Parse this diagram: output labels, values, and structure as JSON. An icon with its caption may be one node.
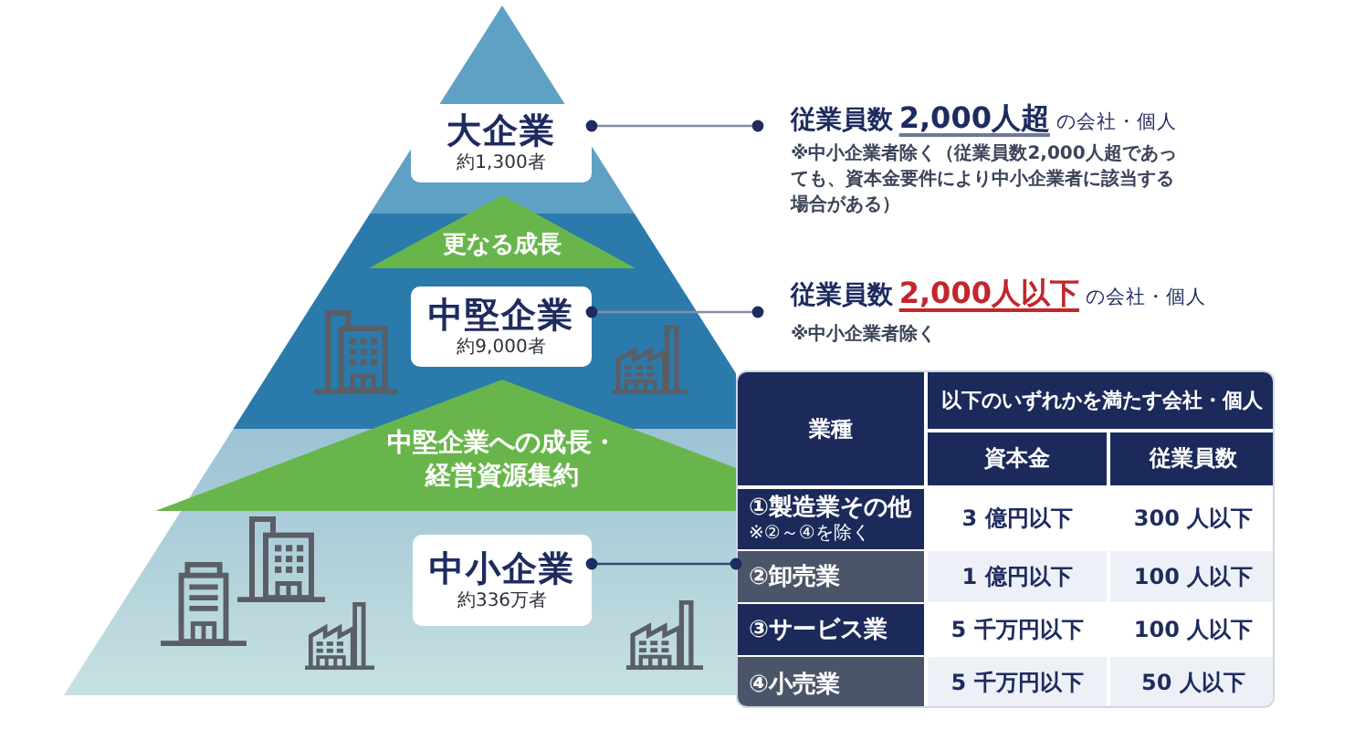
{
  "diagram": {
    "nodes": [
      {
        "text": [
          "大企業",
          "約1,300者"
        ]
      },
      {
        "text": [
          "**従業員数** **2,000人超** の会社・個人",
          "※中小企業者除く（従業員数2,000人超であっても、資本金要件により中小企業者に該当する場合がある）"
        ]
      },
      {
        "text": [
          "更なる成長"
        ]
      },
      {
        "text": [
          "中堅企業",
          "約9,000者"
        ]
      },
      {
        "text": [
          "**従業員数** **2,000人以下** の会社・個人",
          "※中小企業者除く"
        ]
      },
      {
        "text": [
          "中堅企業への成長・経営資源集約"
        ]
      },
      {
        "text": [
          "中小企業",
          "約336万者"
        ]
      },
      {
        "text": [],
        "shape": "box"
      }
    ],
    "edges": [
      {
        "from": 0,
        "to": 1,
        "arrow": "other"
      },
      {
        "from": 3,
        "to": 4,
        "arrow": "other"
      },
      {
        "from": 6,
        "to": 7,
        "arrow": "other",
        "color": "#34497a"
      }
    ],
    "labels": [
      "業種",
      "以下のいずれかを満たす会社・個人",
      "資本金",
      "従業員数",
      "①製造業その他",
      "※②～④を除く",
      "3 億円以下",
      "300 人以下",
      "②卸売業",
      "1 億円以下",
      "100 人以下",
      "③サービス業",
      "5 千万円以下",
      "100 人以下",
      "④小売業",
      "5 千万円以下",
      "50 人以下"
    ]
  }
}
